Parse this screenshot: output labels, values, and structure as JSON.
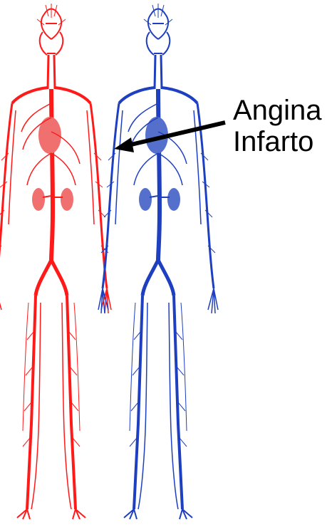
{
  "labels": [
    "Angina",
    "Infarto"
  ],
  "colors": {
    "arterial": "#ff1a1a",
    "arterial_organ": "#f07070",
    "venous": "#1e3fbf",
    "venous_organ": "#5570cc",
    "arrow": "#000000",
    "background": "#ffffff"
  },
  "figures": [
    {
      "name": "arterial-system",
      "color_key": "arterial"
    },
    {
      "name": "venous-system",
      "color_key": "venous"
    }
  ]
}
